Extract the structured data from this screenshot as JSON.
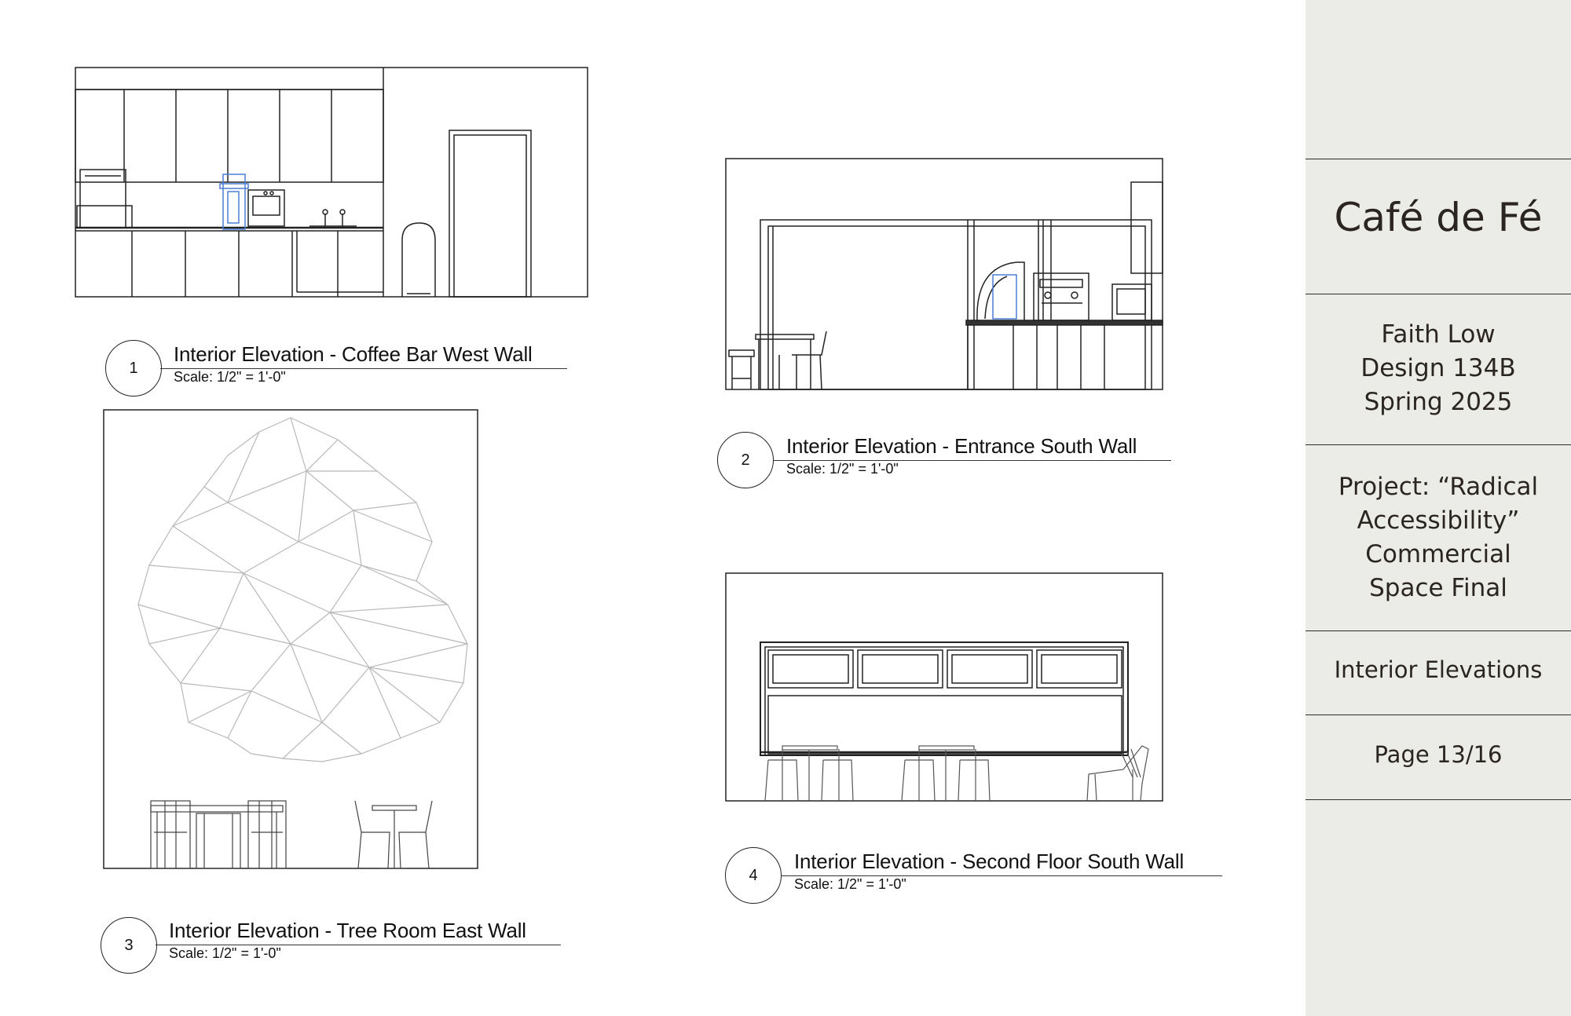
{
  "elevations": [
    {
      "number": "1",
      "title": "Interior Elevation - Coffee Bar West Wall",
      "scale": "Scale: 1/2\" = 1'-0\""
    },
    {
      "number": "2",
      "title": "Interior Elevation - Entrance South Wall",
      "scale": "Scale: 1/2\" = 1'-0\""
    },
    {
      "number": "3",
      "title": "Interior Elevation - Tree Room East Wall",
      "scale": "Scale: 1/2\" = 1'-0\""
    },
    {
      "number": "4",
      "title": "Interior Elevation - Second Floor South Wall",
      "scale": "Scale: 1/2\" = 1'-0\""
    }
  ],
  "title_block": {
    "cafe_name": "Café de Fé",
    "designer": [
      "Faith Low",
      "Design 134B",
      "Spring 2025"
    ],
    "project": [
      "Project: “Radical",
      "Accessibility”",
      "Commercial",
      "Space Final"
    ],
    "sheet_title": "Interior Elevations",
    "page": "Page 13/16"
  },
  "colors": {
    "title_block_bg": "#ebebe7",
    "title_text": "#2b2522",
    "line": "#222222",
    "accent_blue": "#4a7fd4"
  }
}
